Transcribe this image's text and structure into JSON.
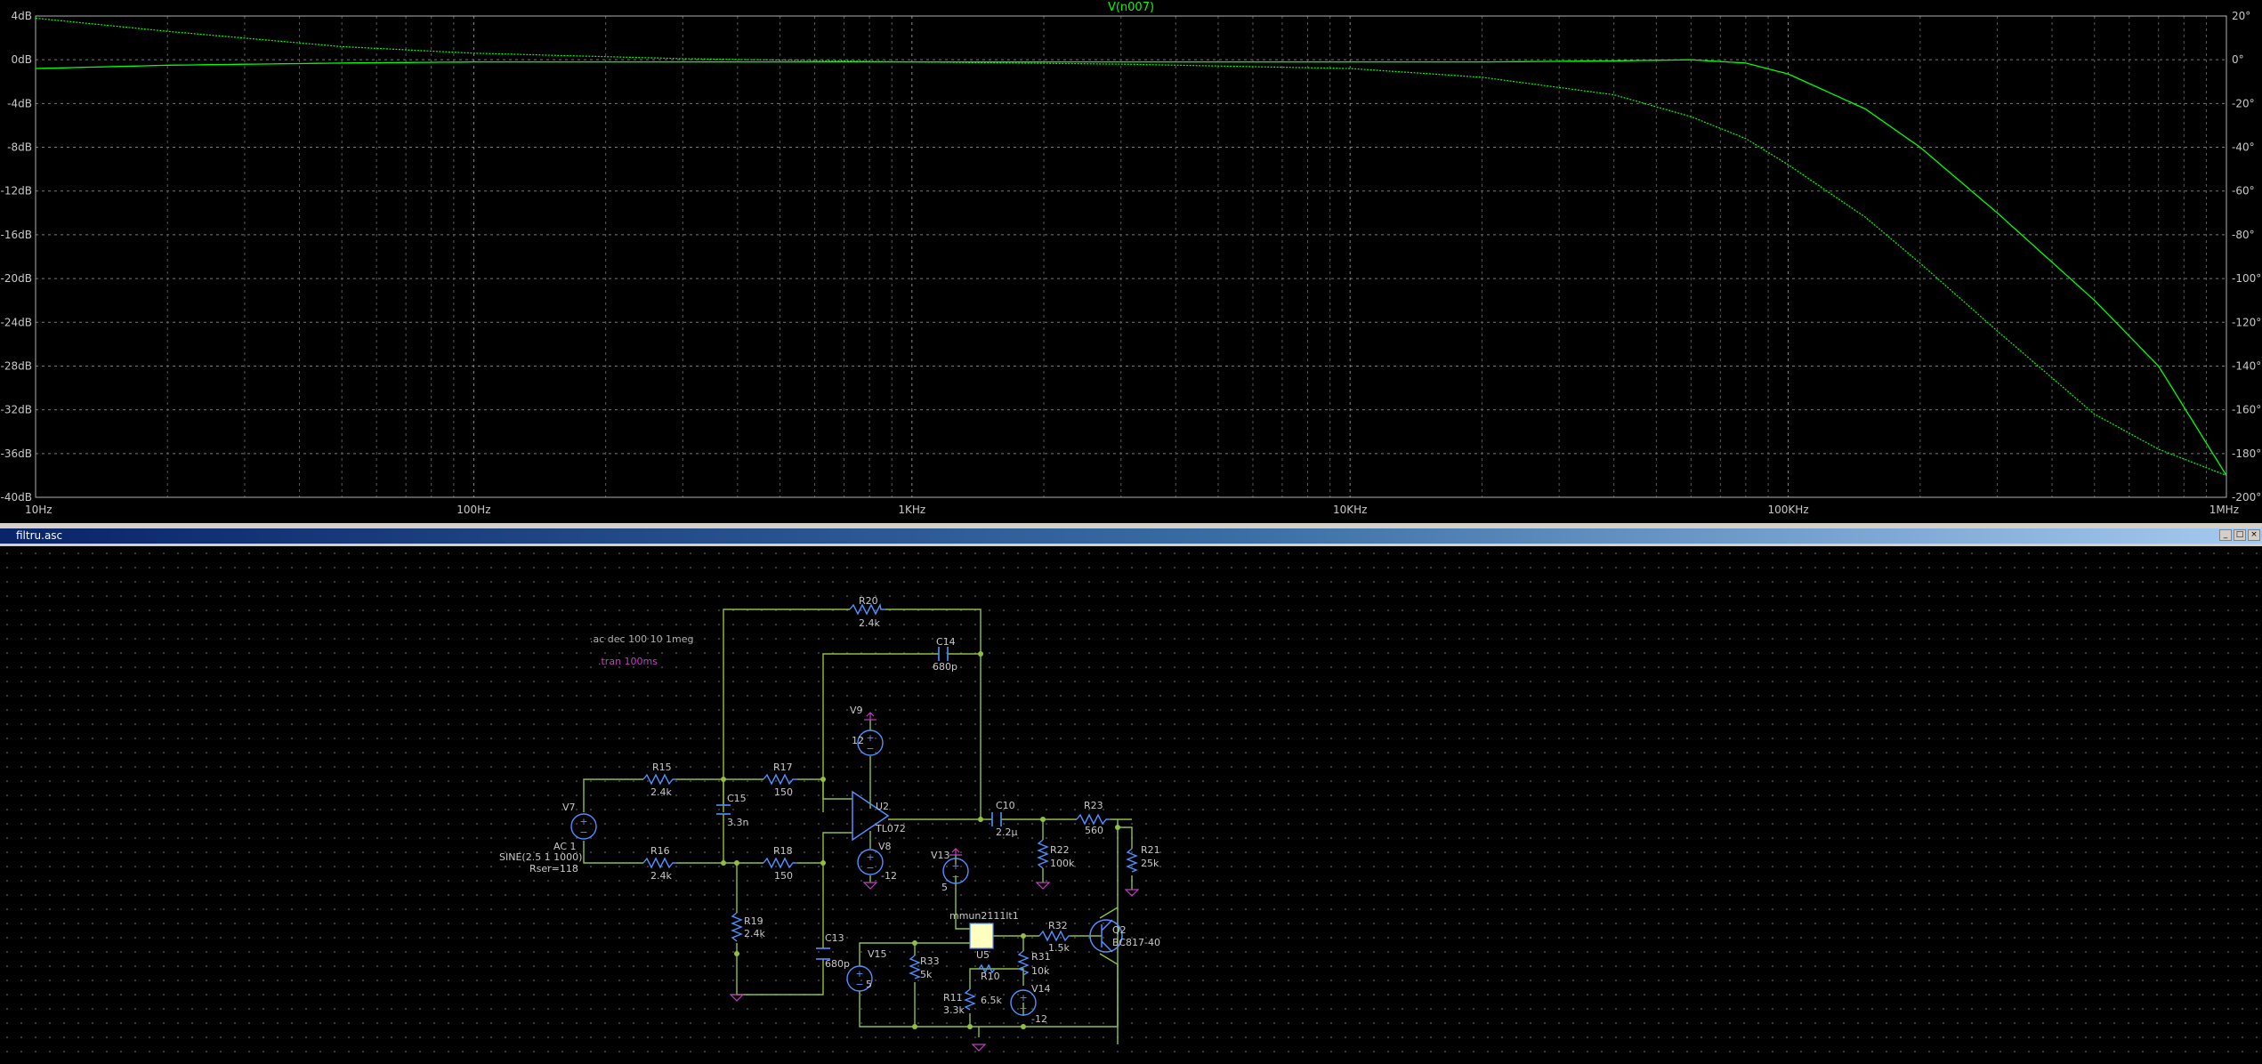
{
  "plot": {
    "trace_name": "V(n007)",
    "trace_color": "#00ff00",
    "left_axis_ticks": [
      "4dB",
      "0dB",
      "-4dB",
      "-8dB",
      "-12dB",
      "-16dB",
      "-20dB",
      "-24dB",
      "-28dB",
      "-32dB",
      "-36dB",
      "-40dB"
    ],
    "right_axis_ticks": [
      "20°",
      "0°",
      "-20°",
      "-40°",
      "-60°",
      "-80°",
      "-100°",
      "-120°",
      "-140°",
      "-160°",
      "-180°",
      "-200°"
    ],
    "x_axis_ticks": [
      "10Hz",
      "100Hz",
      "1KHz",
      "10KHz",
      "100KHz",
      "1MHz"
    ]
  },
  "chart_data": {
    "type": "line",
    "title": "V(n007)",
    "x_scale": "log",
    "xlim": [
      10,
      1000000
    ],
    "ylim_left": [
      -40,
      4
    ],
    "ylim_right": [
      -200,
      20
    ],
    "grid": true,
    "series": [
      {
        "name": "V(n007)",
        "axis": "left",
        "x": [
          10,
          20,
          50,
          100,
          300,
          1000,
          3000,
          10000,
          20000,
          40000,
          60000,
          80000,
          100000,
          150000,
          200000,
          300000,
          500000,
          700000,
          1000000
        ],
        "values": [
          -0.8,
          -0.5,
          -0.3,
          -0.2,
          -0.2,
          -0.2,
          -0.2,
          -0.2,
          -0.2,
          -0.1,
          0.0,
          -0.3,
          -1.3,
          -4.5,
          -8.0,
          -14.0,
          -22.0,
          -28.0,
          -38.0
        ]
      },
      {
        "name": "V(n007)",
        "axis": "right",
        "x": [
          10,
          20,
          50,
          100,
          300,
          1000,
          3000,
          10000,
          20000,
          40000,
          60000,
          80000,
          100000,
          150000,
          200000,
          300000,
          500000,
          700000,
          1000000
        ],
        "values": [
          19,
          13,
          6,
          3,
          0.5,
          -1,
          -2,
          -4,
          -8,
          -16,
          -26,
          -36,
          -48,
          -72,
          -93,
          -124,
          -162,
          -178,
          -190
        ]
      }
    ]
  },
  "window": {
    "title": "filtru.asc",
    "min_label": "_",
    "max_label": "□",
    "close_label": "×"
  },
  "schematic": {
    "directives": [
      ".ac dec 100 10 1meg",
      ".tran 100ms"
    ],
    "components": [
      {
        "ref": "R20",
        "value": "2.4k"
      },
      {
        "ref": "C14",
        "value": "680p"
      },
      {
        "ref": "V9",
        "value": "12"
      },
      {
        "ref": "R15",
        "value": "2.4k"
      },
      {
        "ref": "R17",
        "value": "150"
      },
      {
        "ref": "V7",
        "value": "AC 1",
        "value2": "SINE(2.5 1 1000)",
        "value3": "Rser=118"
      },
      {
        "ref": "C15",
        "value": "3.3n"
      },
      {
        "ref": "U2",
        "value": "TL072"
      },
      {
        "ref": "C10",
        "value": "2.2µ"
      },
      {
        "ref": "R23",
        "value": "560"
      },
      {
        "ref": "R16",
        "value": "2.4k"
      },
      {
        "ref": "R18",
        "value": "150"
      },
      {
        "ref": "V8",
        "value": "-12"
      },
      {
        "ref": "R22",
        "value": "100k"
      },
      {
        "ref": "R21",
        "value": "25k"
      },
      {
        "ref": "C13",
        "value": "680p"
      },
      {
        "ref": "R19",
        "value": "2.4k"
      },
      {
        "ref": "V13",
        "value": "5"
      },
      {
        "ref": "U5",
        "value": "mmun2111lt1"
      },
      {
        "ref": "R32",
        "value": "1.5k"
      },
      {
        "ref": "Q2",
        "value": "BC817-40"
      },
      {
        "ref": "V15",
        "value": "5"
      },
      {
        "ref": "R33",
        "value": "5k"
      },
      {
        "ref": "R31",
        "value": "10k"
      },
      {
        "ref": "R10",
        "value": "6.5k"
      },
      {
        "ref": "R11",
        "value": "3.3k"
      },
      {
        "ref": "V14",
        "value": "-12"
      }
    ]
  }
}
